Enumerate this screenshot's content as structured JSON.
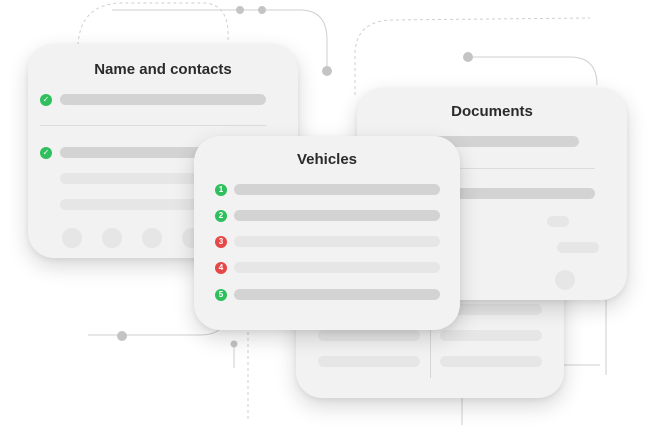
{
  "cards": {
    "name_contacts": {
      "title": "Name and contacts"
    },
    "documents": {
      "title": "Documents"
    },
    "changes": {
      "title": "anges"
    },
    "vehicles": {
      "title": "Vehicles",
      "items": [
        {
          "number": "1",
          "status": "complete"
        },
        {
          "number": "2",
          "status": "complete"
        },
        {
          "number": "3",
          "status": "error"
        },
        {
          "number": "4",
          "status": "error"
        },
        {
          "number": "5",
          "status": "complete"
        }
      ]
    }
  },
  "colors": {
    "card_background": "#f2f2f2",
    "bar_dark": "#d3d3d3",
    "bar_light": "#e6e6e6",
    "status_complete": "#2fbf5e",
    "status_error": "#e64848",
    "connector": "#c8c8c8"
  },
  "icons": {
    "complete": "check-circle-icon",
    "error": "numbered-red-circle-icon"
  }
}
